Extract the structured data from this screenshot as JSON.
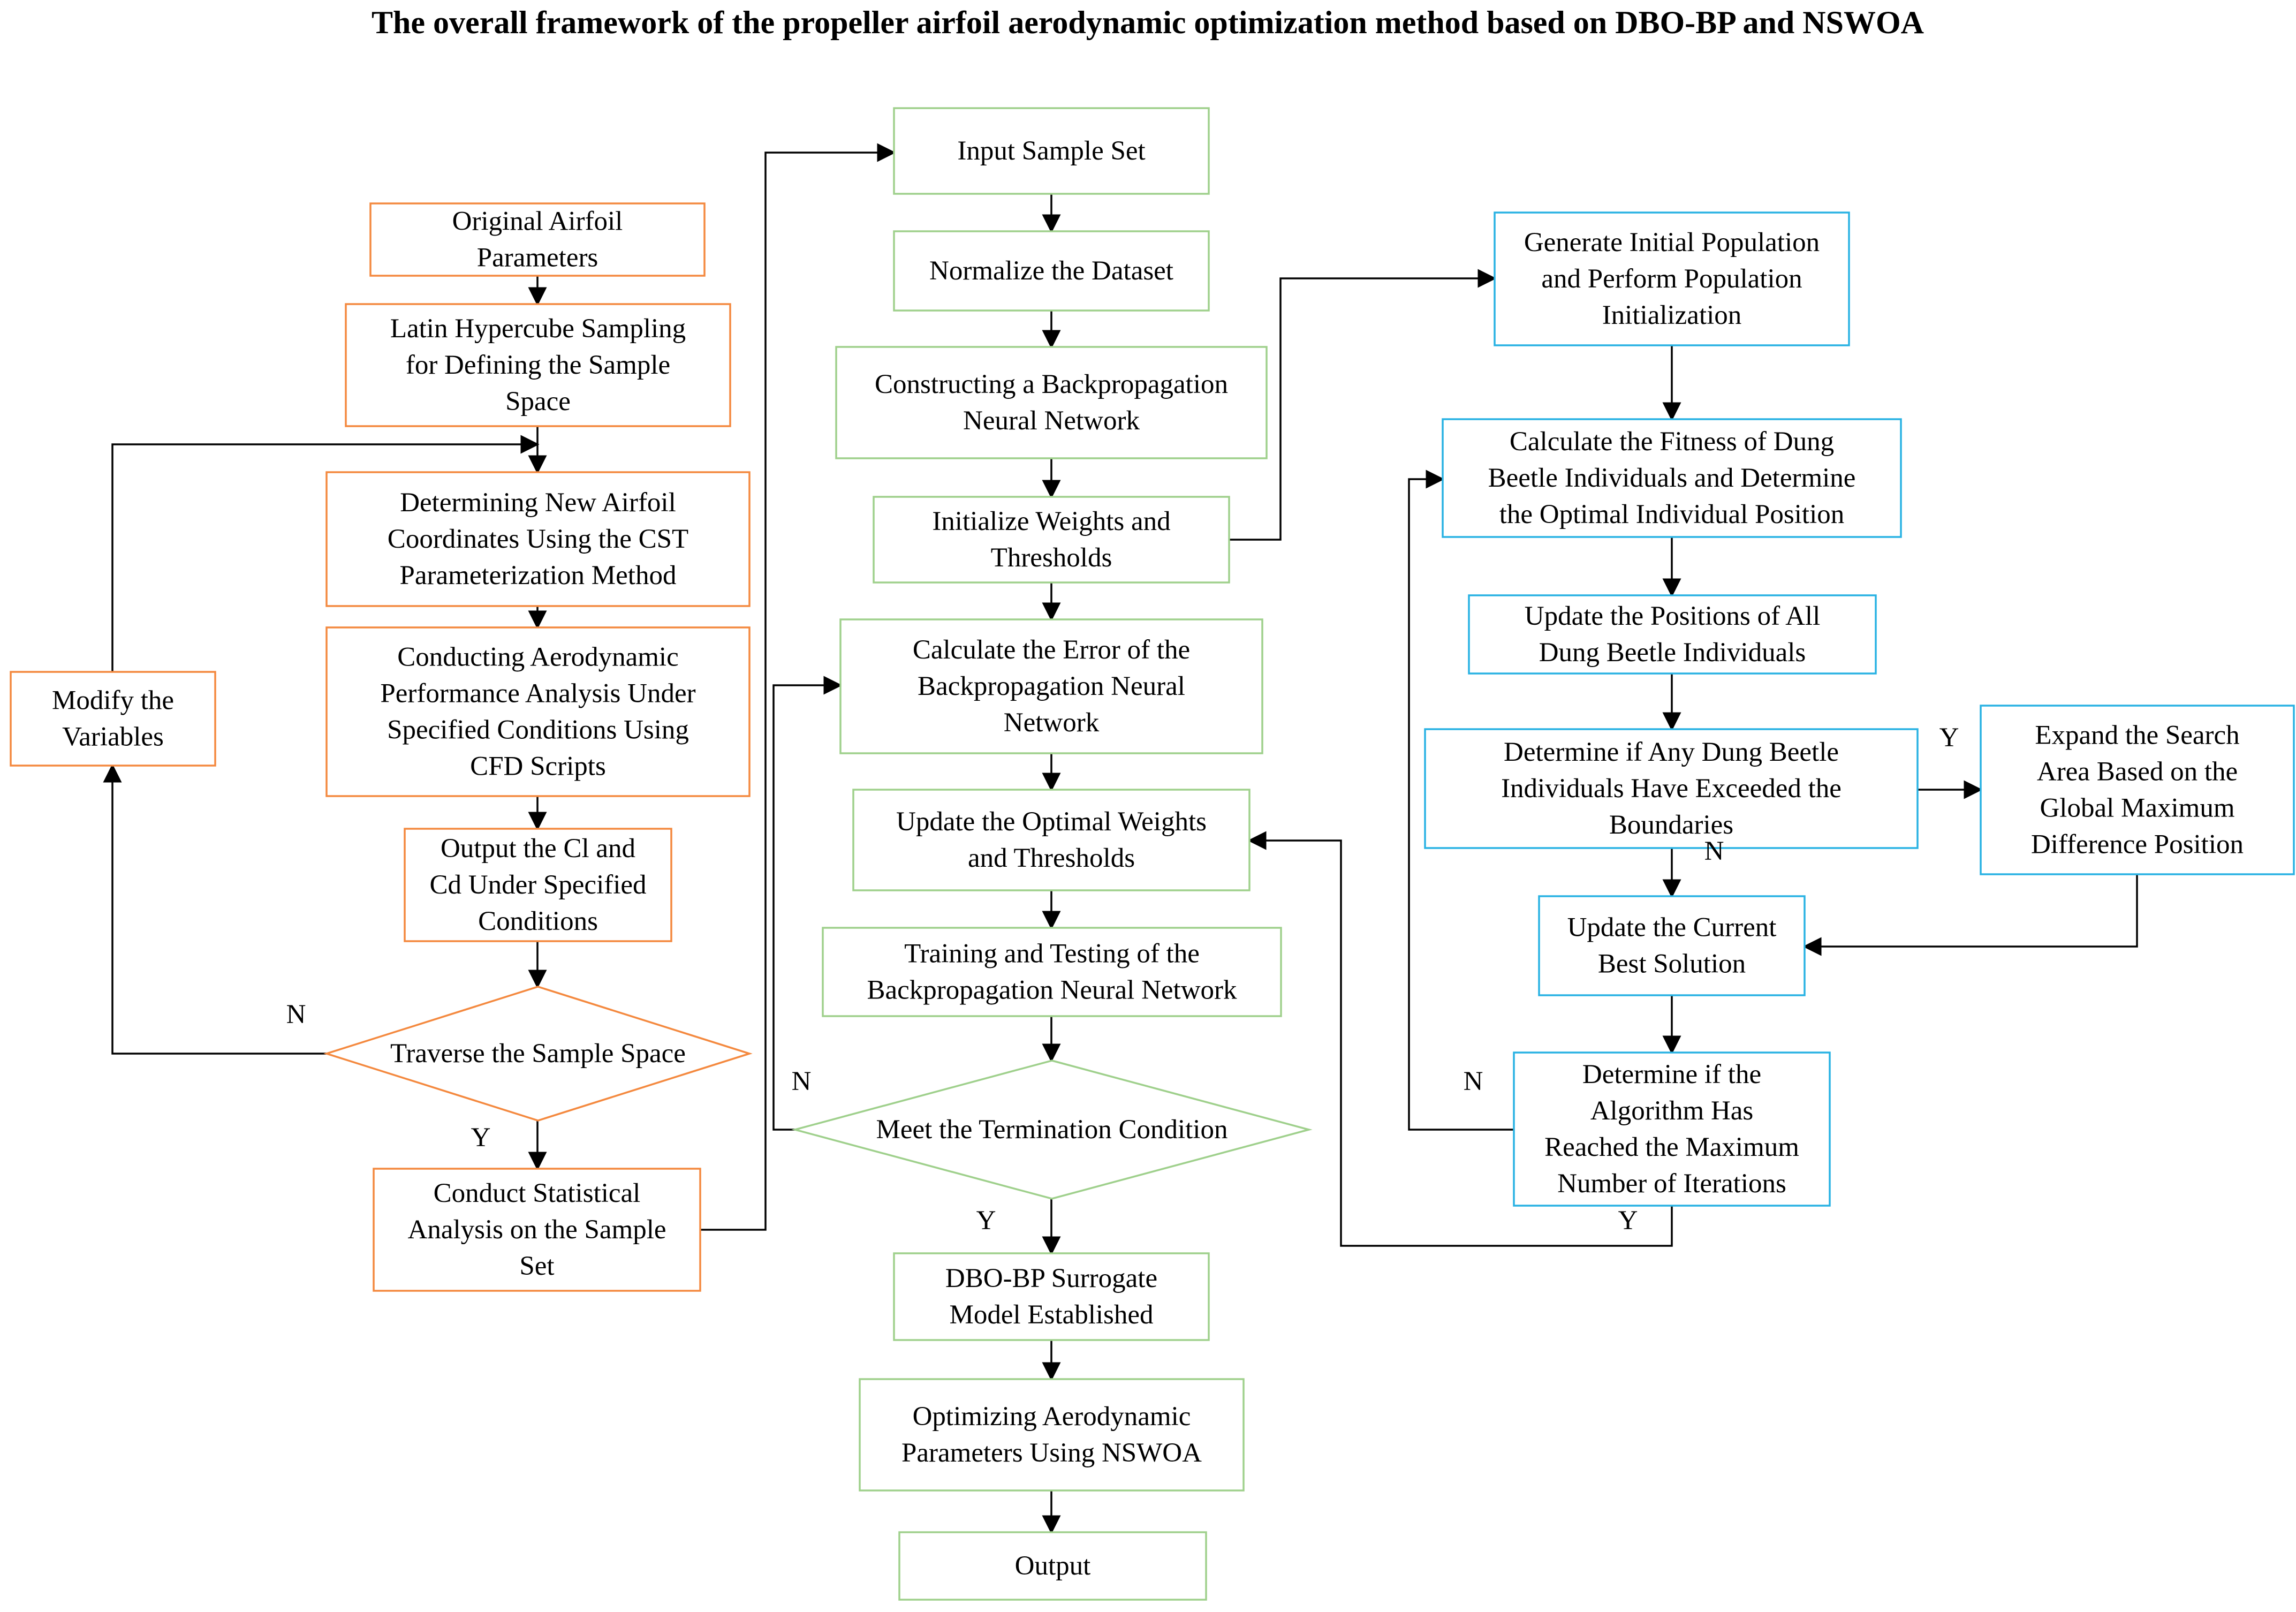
{
  "title": "The overall framework of the propeller airfoil aerodynamic optimization method based on DBO-BP and NSWOA",
  "colors": {
    "orange": "#f4893f",
    "green": "#9fd08c",
    "blue": "#29b2e3",
    "text": "#000000",
    "arrow": "#000000"
  },
  "nodes": {
    "orig": [
      "Original Airfoil",
      "Parameters"
    ],
    "lhs": [
      "Latin Hypercube Sampling",
      "for Defining the Sample",
      "Space"
    ],
    "cst": [
      "Determining New Airfoil",
      "Coordinates Using the CST",
      "Parameterization Method"
    ],
    "cfd": [
      "Conducting Aerodynamic",
      "Performance Analysis Under",
      "Specified Conditions Using",
      "CFD Scripts"
    ],
    "clcd": [
      "Output the Cl and",
      "Cd Under Specified",
      "Conditions"
    ],
    "traverse": [
      "Traverse the Sample Space"
    ],
    "modify": [
      "Modify the",
      "Variables"
    ],
    "stat": [
      "Conduct Statistical",
      "Analysis on the Sample",
      "Set"
    ],
    "input": [
      "Input Sample Set"
    ],
    "normalize": [
      "Normalize the Dataset"
    ],
    "construct": [
      "Constructing a Backpropagation",
      "Neural Network"
    ],
    "init_wt": [
      "Initialize Weights and",
      "Thresholds"
    ],
    "calc_err": [
      "Calculate the Error of the",
      "Backpropagation Neural",
      "Network"
    ],
    "update_wt": [
      "Update the Optimal Weights",
      "and Thresholds"
    ],
    "train": [
      "Training and Testing of the",
      "Backpropagation Neural Network"
    ],
    "terminate": [
      "Meet the Termination Condition"
    ],
    "dbo": [
      "DBO-BP Surrogate",
      "Model Established"
    ],
    "nswoa": [
      "Optimizing Aerodynamic",
      "Parameters Using NSWOA"
    ],
    "output": [
      "Output"
    ],
    "gen_pop": [
      "Generate Initial Population",
      "and Perform Population",
      "Initialization"
    ],
    "fitness": [
      "Calculate the Fitness of Dung",
      "Beetle Individuals and Determine",
      "the Optimal Individual Position"
    ],
    "update_pos": [
      "Update the Positions of All",
      "Dung Beetle Individuals"
    ],
    "boundary": [
      "Determine if Any Dung Beetle",
      "Individuals Have Exceeded the",
      "Boundaries"
    ],
    "expand": [
      "Expand the Search",
      "Area Based on the",
      "Global Maximum",
      "Difference Position"
    ],
    "best": [
      "Update the Current",
      "Best Solution"
    ],
    "maxiter": [
      "Determine if the",
      "Algorithm Has",
      "Reached the Maximum",
      "Number of Iterations"
    ]
  },
  "edge_labels": {
    "traverse_no": "N",
    "traverse_yes": "Y",
    "terminate_no": "N",
    "terminate_yes": "Y",
    "boundary_yes": "Y",
    "boundary_no": "N",
    "maxiter_no": "N",
    "maxiter_yes": "Y"
  }
}
